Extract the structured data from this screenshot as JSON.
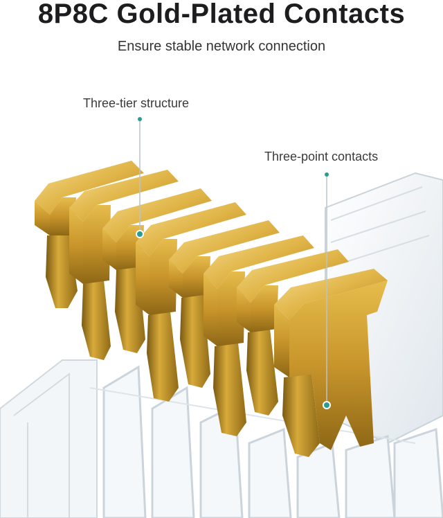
{
  "header": {
    "title": "8P8C Gold-Plated Contacts",
    "subtitle": "Ensure stable network connection"
  },
  "callouts": {
    "tier_label": "Three-tier structure",
    "point_label": "Three-point contacts"
  },
  "colors": {
    "accent_dot": "#2a9d8f",
    "gold_light": "#f3d27a",
    "gold_mid": "#d4a434",
    "gold_dark": "#8a6514",
    "plastic": "#eef2f5"
  }
}
